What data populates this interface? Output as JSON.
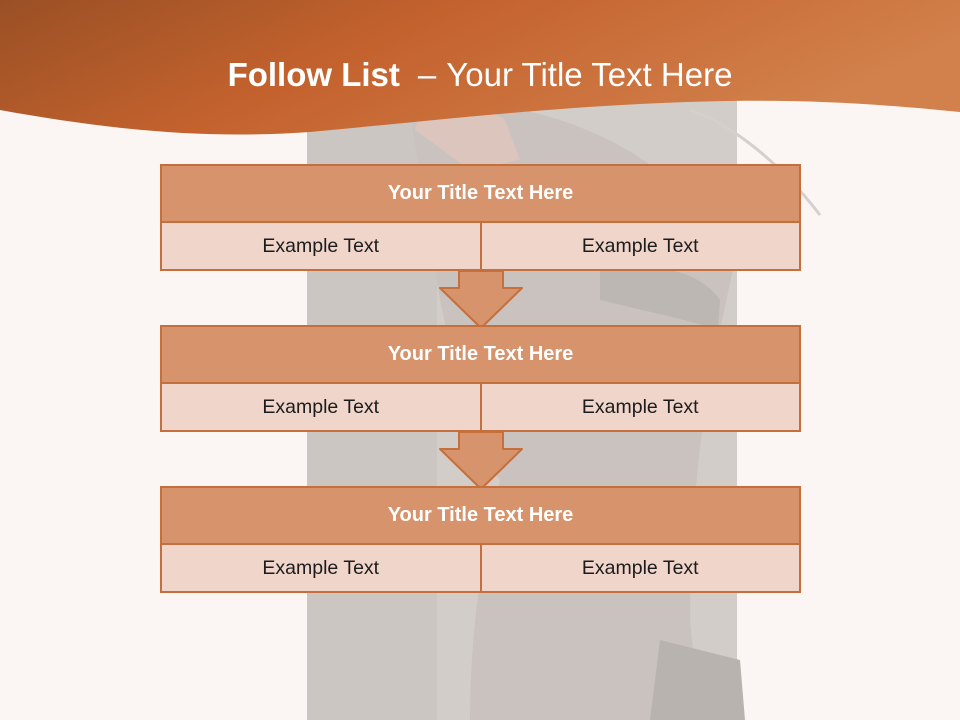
{
  "header": {
    "title_bold": "Follow List",
    "title_separator": "–",
    "title_rest": "Your Title Text Here"
  },
  "steps": [
    {
      "title": "Your Title Text Here",
      "cells": [
        "Example Text",
        "Example Text"
      ]
    },
    {
      "title": "Your Title Text Here",
      "cells": [
        "Example Text",
        "Example Text"
      ]
    },
    {
      "title": "Your Title Text Here",
      "cells": [
        "Example Text",
        "Example Text"
      ]
    }
  ],
  "colors": {
    "header_dark": "#9a5025",
    "header_light": "#d2814c",
    "title_fill": "#d7936c",
    "cell_fill": "#f0d5cb",
    "border": "#c56f3c",
    "background": "#fbf6f3"
  },
  "icons": [
    "down-arrow-icon",
    "down-arrow-icon"
  ]
}
